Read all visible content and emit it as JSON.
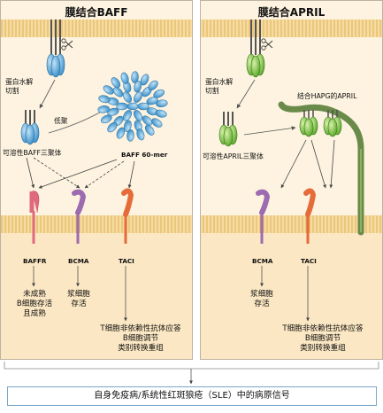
{
  "left_panel": {
    "title": "膜结合BAFF",
    "cleavage_label": "蛋白水解\n切割",
    "oligomer_label": "低聚",
    "soluble_trimer_label": "可溶性BAFF三聚体",
    "mer60_label": "BAFF 60-mer",
    "receptors": [
      "BAFFR",
      "BCMA",
      "TACI"
    ],
    "outcomes": {
      "baffr": "未成熟\nB细胞存活\n且成熟",
      "bcma": "浆细胞\n存活",
      "taci": "T细胞非依赖性抗体应答\nB细胞调节\n类别转换重组"
    }
  },
  "right_panel": {
    "title": "膜结合APRIL",
    "cleavage_label": "蛋白水解\n切割",
    "hspg_label": "结合HAPG的APRIL",
    "soluble_trimer_label": "可溶性APRIL三聚体",
    "receptors": [
      "BCMA",
      "TACI"
    ],
    "outcomes": {
      "bcma": "浆细胞\n存活",
      "taci": "T细胞非依赖性抗体应答\nB细胞调节\n类别转换重组"
    }
  },
  "bottom_signal": "自身免疫病/系统性红斑狼疮（SLE）中的病原信号",
  "colors": {
    "baff": "#5aa6d6",
    "april": "#7cc242",
    "baffr": "#e06a7d",
    "bcma": "#9c6bb0",
    "taci": "#e56b3a",
    "hspg": "#6a8a4a",
    "membrane": "#e8b54a",
    "panel_bg": "#fdf3e0"
  }
}
